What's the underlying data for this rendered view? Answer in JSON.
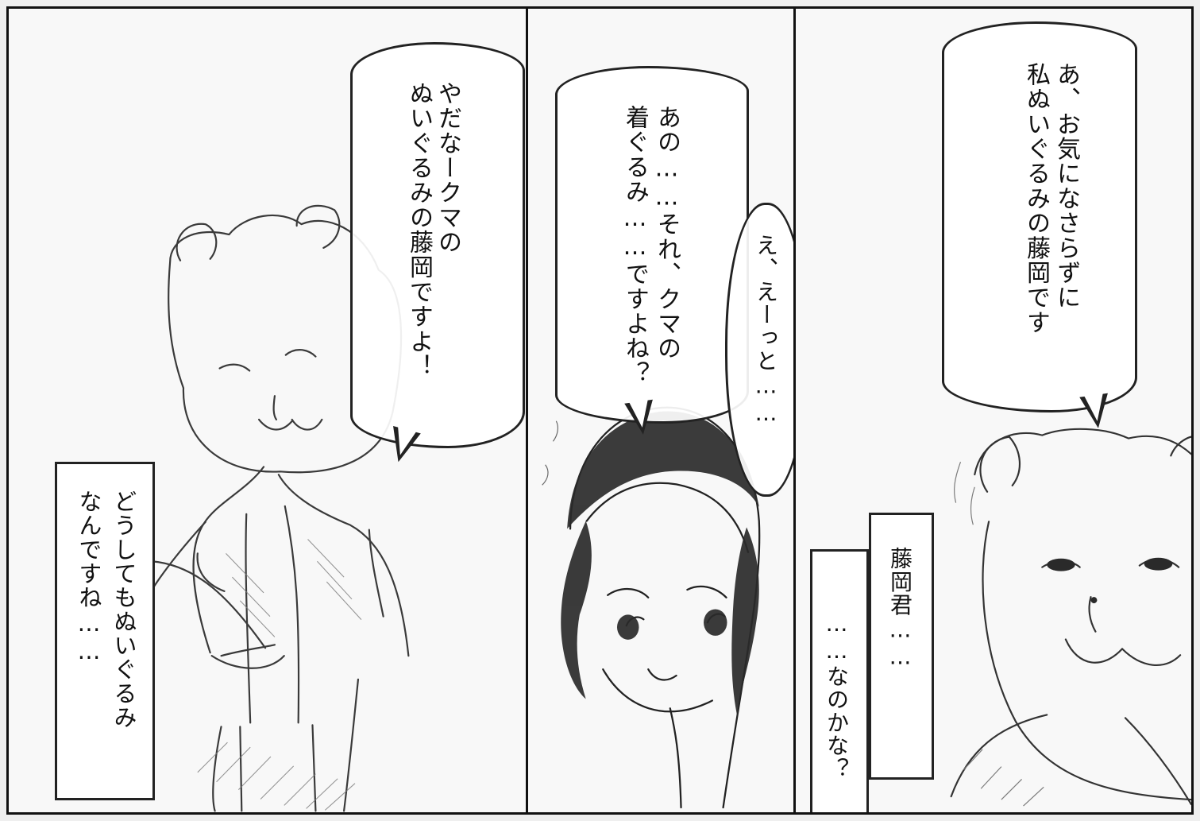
{
  "panels": {
    "left": {
      "speech_1": {
        "line_1": "やだなークマの",
        "line_2": "ぬいぐるみの藤岡ですよ！"
      },
      "narration_1": {
        "line_1": "どうしてもぬいぐるみ",
        "line_2": "なんですね……"
      }
    },
    "middle": {
      "speech_1": {
        "line_1": "あの……それ、クマの",
        "line_2": "着ぐるみ……ですよね？"
      },
      "cloud_1": {
        "line_1": "え、えーっと……"
      }
    },
    "right": {
      "speech_1": {
        "line_1": "あ、お気になさらずに",
        "line_2": "私ぬいぐるみの藤岡です"
      },
      "narration_1": {
        "line_1": "藤岡君……",
        "line_2": "……なのかな？"
      }
    }
  },
  "colors": {
    "ink": "#111111",
    "paper": "#f8f8f8",
    "balloon_fill": "#ffffff"
  }
}
